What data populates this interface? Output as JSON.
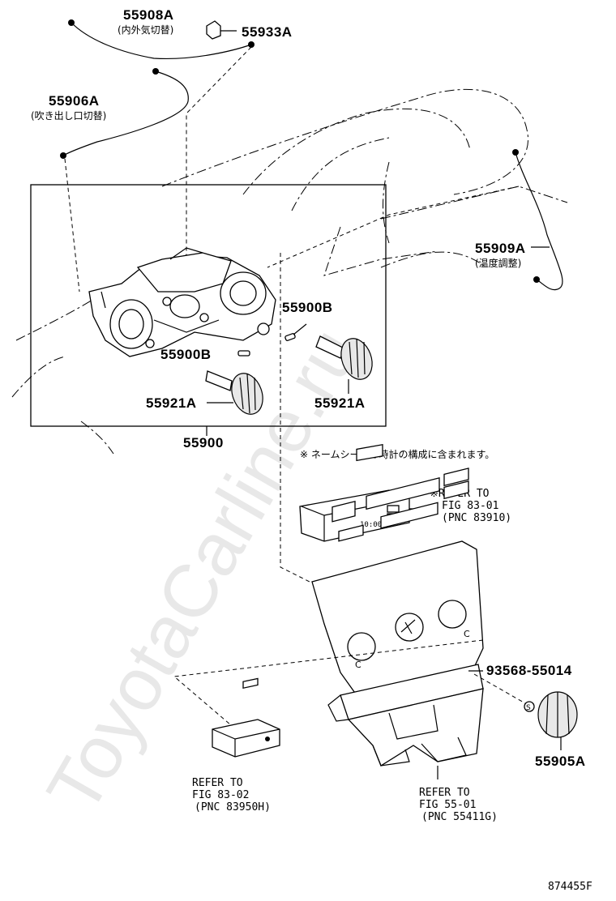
{
  "diagram": {
    "watermark": "ToyotaCarline.ru",
    "figure_number": "874455F",
    "box_label": "55900",
    "note": "※ ネームシートは時計の構成に含まれます。",
    "parts": {
      "p55908A": {
        "number": "55908A",
        "desc": "(内外気切替)"
      },
      "p55933A": {
        "number": "55933A"
      },
      "p55906A": {
        "number": "55906A",
        "desc": "(吹き出し口切替)"
      },
      "p55909A": {
        "number": "55909A",
        "desc": "(温度調整)"
      },
      "p55900B_right": {
        "number": "55900B"
      },
      "p55900B_left": {
        "number": "55900B"
      },
      "p55921A_left": {
        "number": "55921A"
      },
      "p55921A_right": {
        "number": "55921A"
      },
      "p93568": {
        "number": "93568-55014"
      },
      "p55905A": {
        "number": "55905A"
      }
    },
    "refs": {
      "clock": {
        "line1": "※REFER TO",
        "line2": "FIG 83-01",
        "line3": "(PNC 83910)"
      },
      "switch": {
        "line1": "REFER TO",
        "line2": "FIG 83-02",
        "line3": "(PNC 83950H)"
      },
      "panel": {
        "line1": "REFER TO",
        "line2": "FIG 55-01",
        "line3": "(PNC 55411G)"
      }
    },
    "clock_display": "10:00",
    "dial_marks": {
      "c_left": "C",
      "c_right": "C",
      "s_mark": "S"
    }
  }
}
